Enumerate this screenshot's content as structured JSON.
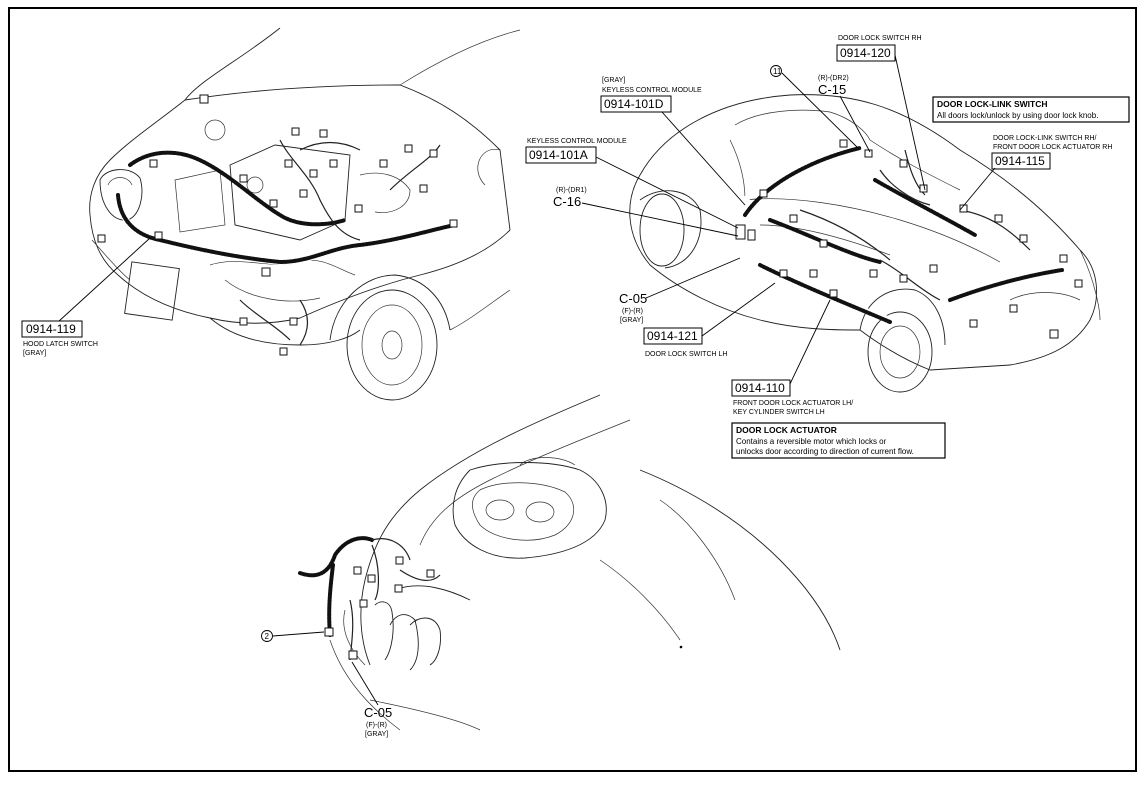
{
  "labels": {
    "hood_latch": {
      "code": "0914-119",
      "name": "HOOD LATCH SWITCH",
      "color": "[GRAY]"
    },
    "keyless_gray": {
      "color": "[GRAY]",
      "name": "KEYLESS CONTROL MODULE",
      "code": "0914-101D"
    },
    "keyless": {
      "name": "KEYLESS CONTROL MODULE",
      "code": "0914-101A"
    },
    "c16": {
      "pins": "(R)-(DR1)",
      "name": "C-16"
    },
    "c15": {
      "pins": "(R)-(DR2)",
      "name": "C-15"
    },
    "callout11": "11",
    "door_switch_rh": {
      "name": "DOOR LOCK SWITCH RH",
      "code": "0914-120"
    },
    "link_switch_rh": {
      "line1": "DOOR LOCK-LINK SWITCH RH/",
      "line2": "FRONT DOOR LOCK ACTUATOR RH",
      "code": "0914-115"
    },
    "c05_top": {
      "name": "C-05",
      "pins": "(F)-(R)",
      "color": "[GRAY]"
    },
    "door_switch_lh": {
      "code": "0914-121",
      "name": "DOOR LOCK SWITCH LH"
    },
    "actuator_lh": {
      "code": "0914-110",
      "line1": "FRONT DOOR LOCK ACTUATOR LH/",
      "line2": "KEY CYLINDER SWITCH LH"
    },
    "c05_bottom": {
      "name": "C-05",
      "pins": "(F)-(R)",
      "color": "[GRAY]"
    },
    "callout2": "2"
  },
  "info_boxes": {
    "link_switch": {
      "title": "DOOR LOCK-LINK SWITCH",
      "text": "All doors lock/unlock by using door lock knob."
    },
    "actuator": {
      "title": "DOOR LOCK ACTUATOR",
      "line1": "Contains a reversible motor which locks or",
      "line2": "unlocks door according to direction of current flow."
    }
  }
}
